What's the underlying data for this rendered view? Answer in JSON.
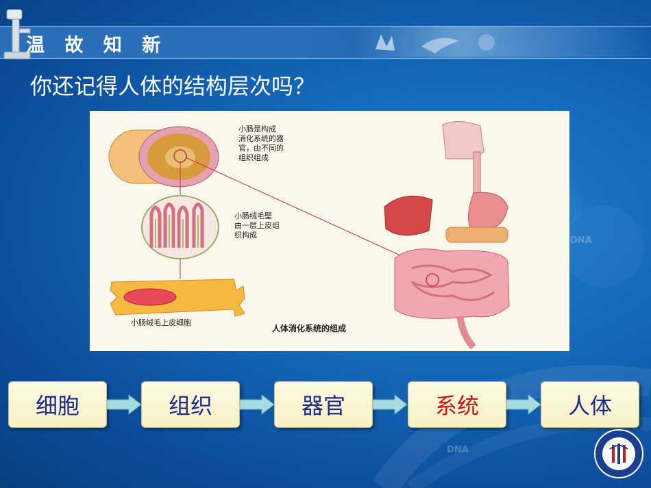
{
  "header": {
    "title": "温 故 知 新"
  },
  "question": "你还记得人体的结构层次吗？",
  "figure": {
    "label_small_intestine": [
      "小肠是构成",
      "消化系统的器",
      "官，由不同的",
      "组织组成"
    ],
    "label_villus": [
      "小肠绒毛壁",
      "由一层上皮组",
      "织构成"
    ],
    "label_cell": "小肠绒毛上皮细胞",
    "caption": "人体消化系统的组成"
  },
  "flow": {
    "steps": [
      "细胞",
      "组织",
      "器官",
      "系统",
      "人体"
    ],
    "highlight_index": 3,
    "highlight_color": "#d01010",
    "text_color": "#1e2a8a"
  },
  "watermark": {
    "dna_1": "DNA",
    "dna_2": "DNA"
  }
}
